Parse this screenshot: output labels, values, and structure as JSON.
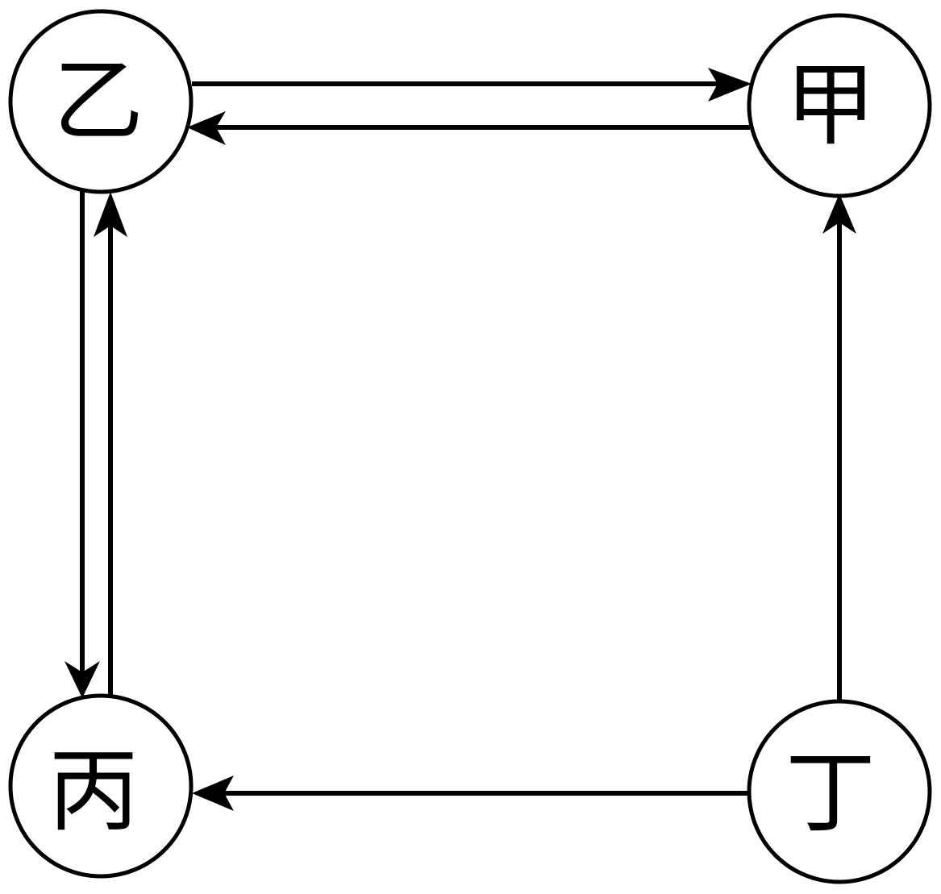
{
  "diagram": {
    "nodes": {
      "yi": {
        "label": "乙"
      },
      "jia": {
        "label": "甲"
      },
      "bing": {
        "label": "丙"
      },
      "ding": {
        "label": "丁"
      }
    },
    "edges": [
      {
        "from": "乙",
        "to": "甲"
      },
      {
        "from": "甲",
        "to": "乙"
      },
      {
        "from": "乙",
        "to": "丙"
      },
      {
        "from": "丙",
        "to": "乙"
      },
      {
        "from": "丁",
        "to": "甲"
      },
      {
        "from": "丁",
        "to": "丙"
      }
    ],
    "colors": {
      "stroke": "#000000",
      "background": "#ffffff"
    }
  }
}
